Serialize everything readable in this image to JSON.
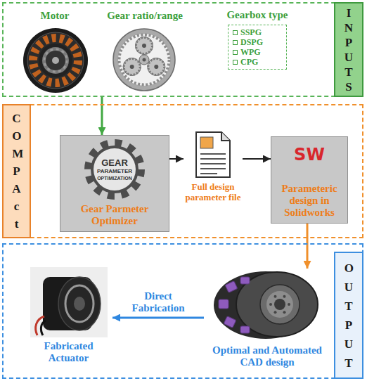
{
  "diagram": {
    "nodes": [
      {
        "text": [
          "INPUTS"
        ]
      },
      {
        "text": [
          "Gearbox type",
          "SSPG",
          "DSPG",
          "WPG",
          "CPG"
        ],
        "in": 0
      },
      {
        "text": [
          "COMPAct"
        ]
      },
      {
        "text": [
          "Gear Parmeter Optimizer"
        ],
        "in": 2
      },
      {
        "text": [
          "Full design parameter file"
        ],
        "in": 2
      },
      {
        "text": [
          "SW",
          "Parameteric design in Solidworks"
        ],
        "in": 2
      },
      {
        "text": [
          "OUTPUT"
        ]
      },
      {
        "text": [
          "Optimal and Automated CAD design"
        ],
        "in": 6
      },
      {
        "text": [
          "Fabricated Actuator"
        ],
        "in": 6
      }
    ],
    "edges": [
      {
        "from": 0,
        "to": 3,
        "arrow": "to"
      },
      {
        "from": 3,
        "to": 4,
        "arrow": "to"
      },
      {
        "from": 4,
        "to": 5,
        "arrow": "to"
      },
      {
        "from": 5,
        "to": 7,
        "arrow": "to"
      },
      {
        "from": 7,
        "to": 8,
        "arrow": "to",
        "label": "Direct Fabrication"
      }
    ],
    "labels": [
      "Motor",
      "Gear ratio/range",
      "GEAR",
      "PARAMETER",
      "OPTIMIZATION"
    ]
  }
}
